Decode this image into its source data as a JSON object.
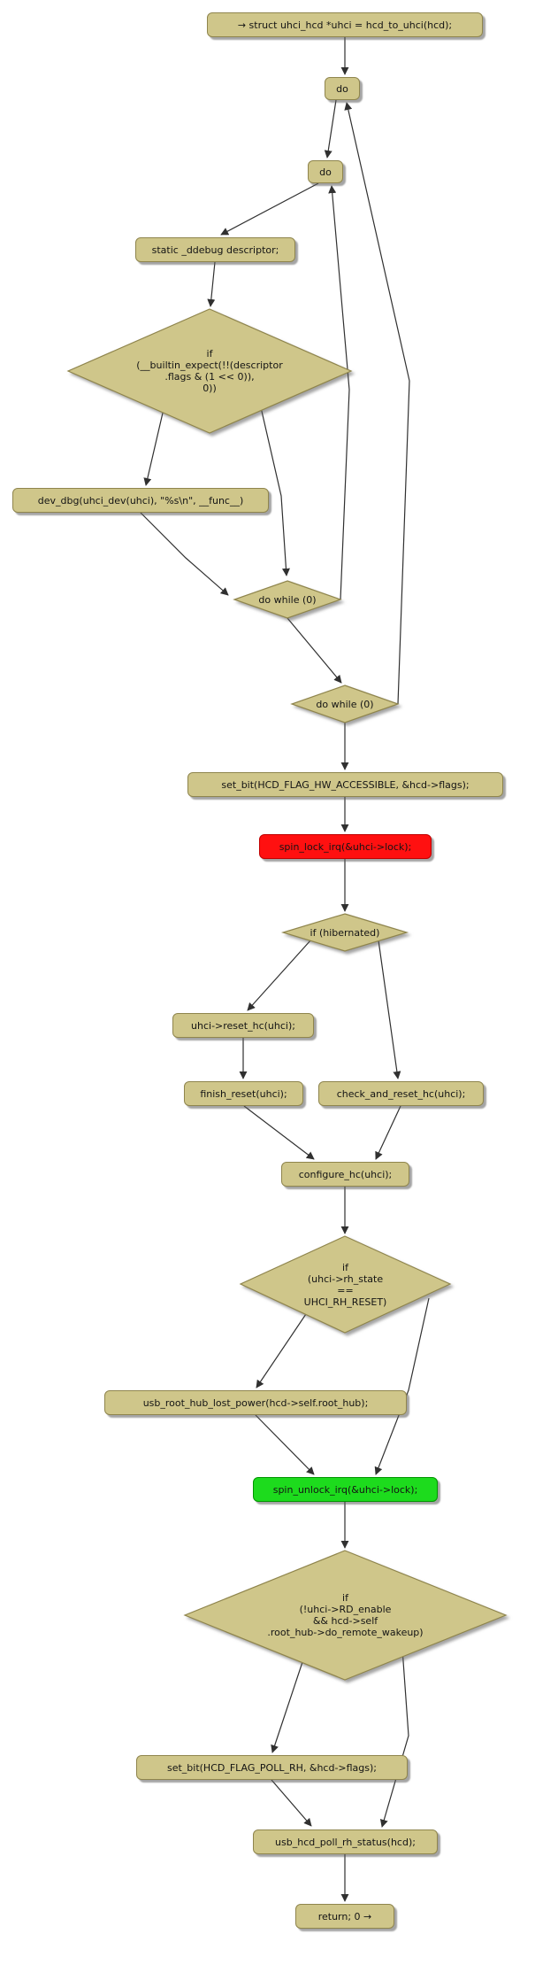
{
  "colors": {
    "canvas": "#ffffff",
    "node-fill": "#cfc68a",
    "node-border": "#8f854d",
    "lock-fill": "#ff1010",
    "lock-border": "#c00000",
    "unlock-fill": "#1ddb1d",
    "unlock-border": "#009600",
    "edge": "#303030"
  },
  "nodes": {
    "entry": {
      "label": "→ struct uhci_hcd *uhci = hcd_to_uhci(hcd);"
    },
    "do_outer": {
      "label": "do"
    },
    "do_inner": {
      "label": "do"
    },
    "static_descriptor": {
      "label": "static _ddebug descriptor;"
    },
    "if_builtin_expect": {
      "label": "if\n(__builtin_expect(!!(descriptor\n.flags & (1 << 0)),\n0))"
    },
    "dev_dbg": {
      "label": "dev_dbg(uhci_dev(uhci), \"%s\\n\", __func__)"
    },
    "do_while_inner": {
      "label": "do while (0)"
    },
    "do_while_outer": {
      "label": "do while (0)"
    },
    "set_bit_hw_accessible": {
      "label": "set_bit(HCD_FLAG_HW_ACCESSIBLE, &hcd->flags);"
    },
    "spin_lock": {
      "label": "spin_lock_irq(&uhci->lock);"
    },
    "if_hibernated": {
      "label": "if (hibernated)"
    },
    "reset_hc": {
      "label": "uhci->reset_hc(uhci);"
    },
    "finish_reset": {
      "label": "finish_reset(uhci);"
    },
    "check_and_reset_hc": {
      "label": "check_and_reset_hc(uhci);"
    },
    "configure_hc": {
      "label": "configure_hc(uhci);"
    },
    "if_rh_state": {
      "label": "if\n(uhci->rh_state\n==\nUHCI_RH_RESET)"
    },
    "usb_root_hub_lost_power": {
      "label": "usb_root_hub_lost_power(hcd->self.root_hub);"
    },
    "spin_unlock": {
      "label": "spin_unlock_irq(&uhci->lock);"
    },
    "if_remote_wakeup": {
      "label": "if\n(!uhci->RD_enable\n&& hcd->self\n.root_hub->do_remote_wakeup)"
    },
    "set_bit_poll_rh": {
      "label": "set_bit(HCD_FLAG_POLL_RH, &hcd->flags);"
    },
    "usb_hcd_poll_rh_status": {
      "label": "usb_hcd_poll_rh_status(hcd);"
    },
    "return": {
      "label": "return; 0 →"
    }
  }
}
